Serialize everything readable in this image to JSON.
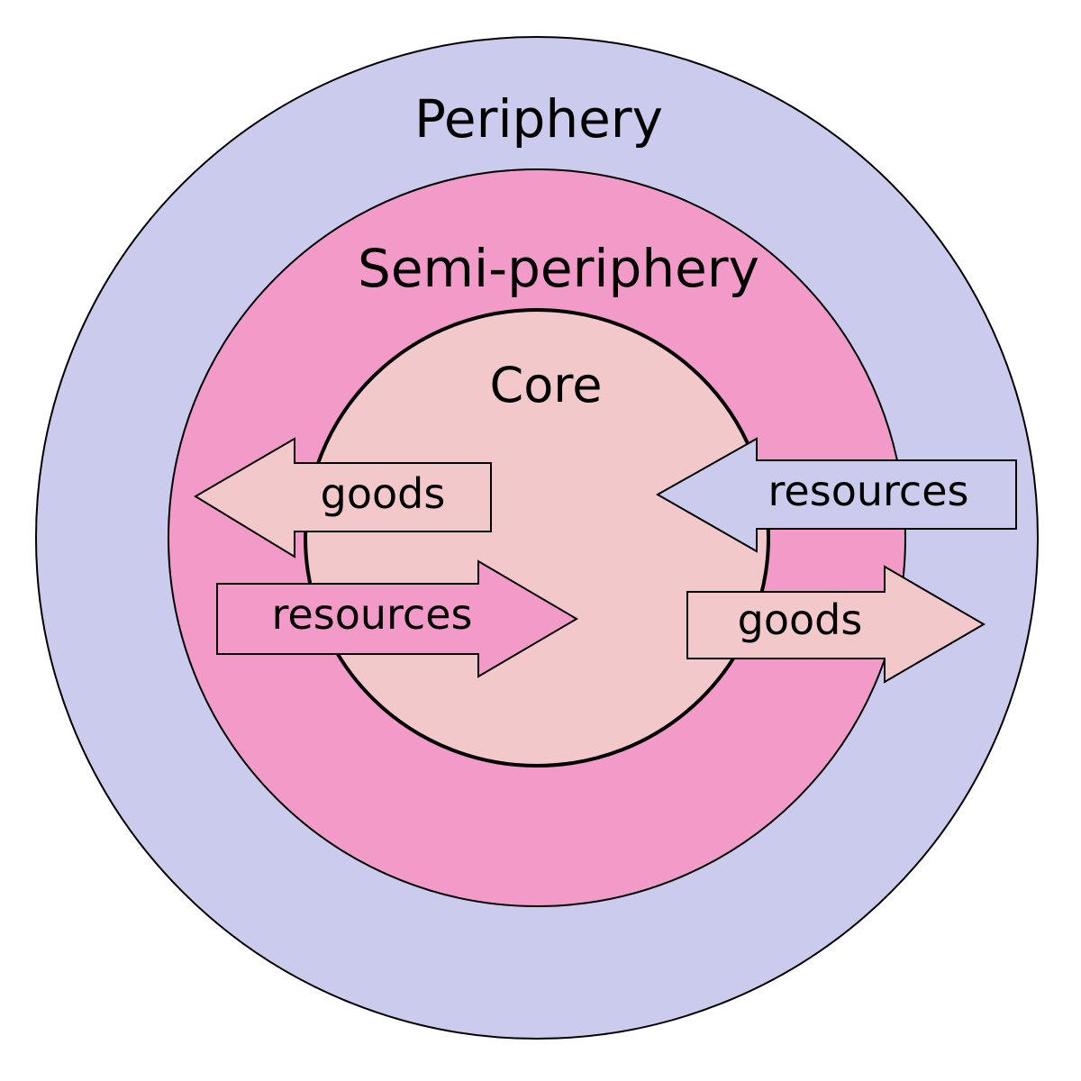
{
  "zones": {
    "periphery": {
      "label": "Periphery",
      "color": "#CBCBEE"
    },
    "semi_periphery": {
      "label": "Semi-periphery",
      "color": "#F29AC8"
    },
    "core": {
      "label": "Core",
      "color": "#F2C8CB"
    }
  },
  "flows": {
    "semi_to_core": {
      "upper": {
        "label": "goods",
        "direction": "outward",
        "color": "#F2C8CB"
      },
      "lower": {
        "label": "resources",
        "direction": "inward",
        "color": "#F29AC8"
      }
    },
    "periphery_to_semi": {
      "upper": {
        "label": "resources",
        "direction": "inward",
        "color": "#CBCBEE"
      },
      "lower": {
        "label": "goods",
        "direction": "outward",
        "color": "#F2C8CB"
      }
    }
  }
}
